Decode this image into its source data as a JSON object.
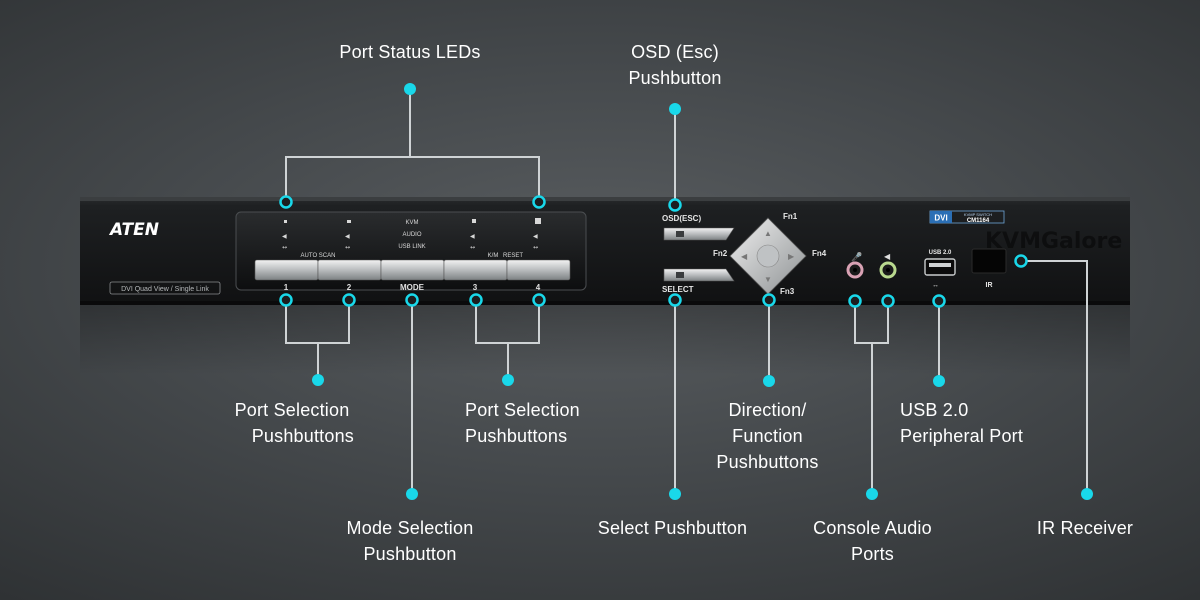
{
  "device": {
    "brand": "ATEN",
    "model_text": "DVI Quad View / Single Link",
    "badge_left": "DVI",
    "badge_top": "KVMP SWITCH",
    "badge_model": "CM1164",
    "watermark": "KVMGalore",
    "panel": {
      "header_kvm": "KVM",
      "header_audio": "AUDIO",
      "header_usb": "USB LINK",
      "auto_scan": "AUTO SCAN",
      "kvm_tag": "K/M",
      "reset_tag": "RESET",
      "port1": "1",
      "port2": "2",
      "mode": "MODE",
      "port3": "3",
      "port4": "4"
    },
    "osd_label": "OSD(ESC)",
    "select_label": "SELECT",
    "fn1": "Fn1",
    "fn2": "Fn2",
    "fn3": "Fn3",
    "fn4": "Fn4",
    "usb_label": "USB 2.0",
    "ir_label": "IR"
  },
  "callouts": {
    "port_status_leds": "Port Status LEDs",
    "osd_line1": "OSD (Esc)",
    "osd_line2": "Pushbutton",
    "port_sel_left_1": "Port Selection",
    "port_sel_left_2": "Pushbuttons",
    "port_sel_right_1": "Port Selection",
    "port_sel_right_2": "Pushbuttons",
    "direction_1": "Direction/",
    "direction_2": "Function",
    "direction_3": "Pushbuttons",
    "usb_1": "USB 2.0",
    "usb_2": "Peripheral Port",
    "mode_1": "Mode Selection",
    "mode_2": "Pushbutton",
    "select": "Select Pushbutton",
    "audio_1": "Console Audio",
    "audio_2": "Ports",
    "ir": "IR Receiver"
  },
  "colors": {
    "accent": "#19d8ea",
    "leader": "#cfd3d5",
    "chassis": "#1b1d1f"
  }
}
